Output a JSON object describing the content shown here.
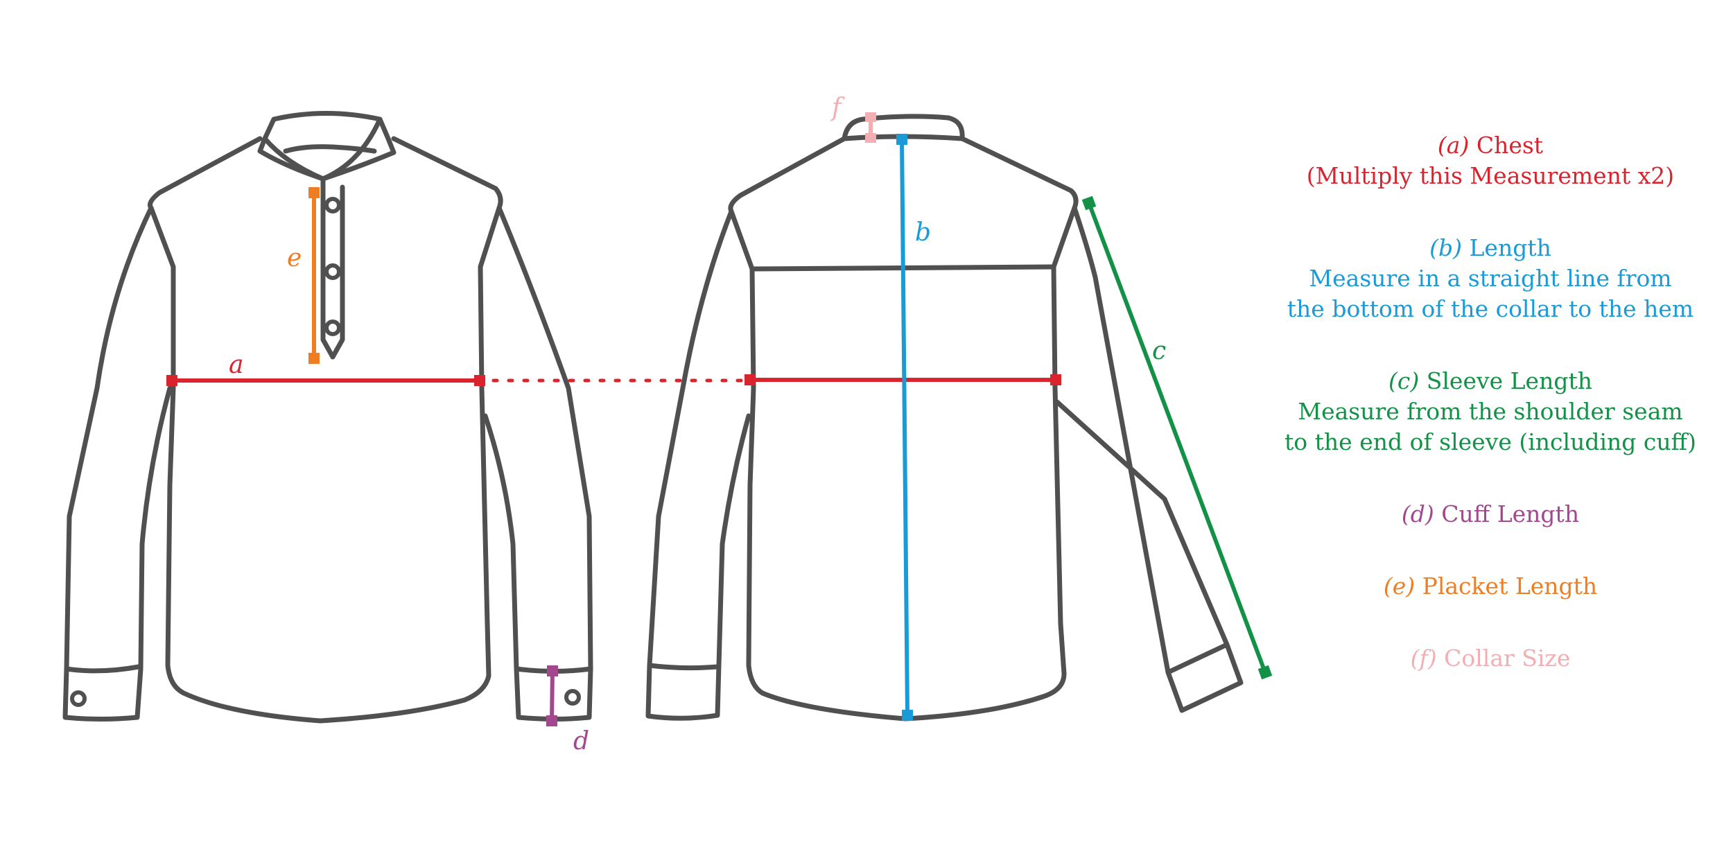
{
  "labels": {
    "a": "a",
    "b": "b",
    "c": "c",
    "d": "d",
    "e": "e",
    "f": "f"
  },
  "legend": [
    {
      "tag": "(a)",
      "title": "Chest",
      "lines": [
        "(Multiply this Measurement x2)"
      ],
      "color": "#d9232d"
    },
    {
      "tag": "(b)",
      "title": "Length",
      "lines": [
        "Measure in a straight line from",
        "the bottom of the collar to the hem"
      ],
      "color": "#1a9ad6"
    },
    {
      "tag": "(c)",
      "title": "Sleeve Length",
      "lines": [
        "Measure from the shoulder seam",
        "to the end of sleeve (including cuff)"
      ],
      "color": "#139247"
    },
    {
      "tag": "(d)",
      "title": "Cuff Length",
      "lines": [],
      "color": "#a3478f"
    },
    {
      "tag": "(e)",
      "title": "Placket Length",
      "lines": [],
      "color": "#ef7d22"
    },
    {
      "tag": "(f)",
      "title": "Collar Size",
      "lines": [],
      "color": "#f3aeb4"
    }
  ],
  "colors": {
    "outline": "#505050",
    "chest": "#d9232d",
    "length": "#1a9ad6",
    "sleeve": "#139247",
    "cuff": "#a3478f",
    "placket": "#ef7d22",
    "collar": "#f3aeb4"
  },
  "icons": {
    "front": "shirt-front-outline",
    "back": "shirt-back-outline"
  }
}
